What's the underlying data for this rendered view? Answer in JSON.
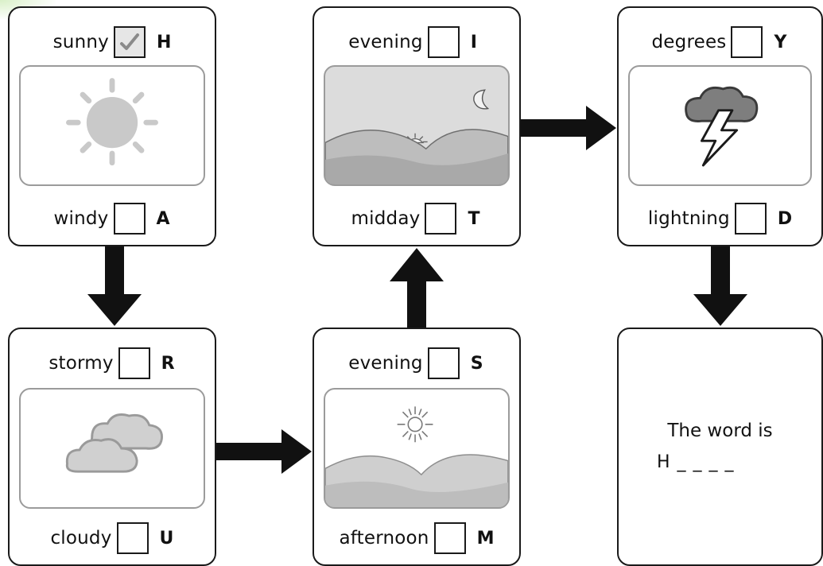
{
  "cards": [
    {
      "top_word": "sunny",
      "top_checked": true,
      "top_letter": "H",
      "bottom_word": "windy",
      "bottom_letter": "A"
    },
    {
      "top_word": "stormy",
      "top_letter": "R",
      "bottom_word": "cloudy",
      "bottom_letter": "U"
    },
    {
      "top_word": "evening",
      "top_letter": "S",
      "bottom_word": "afternoon",
      "bottom_letter": "M"
    },
    {
      "top_word": "evening",
      "top_letter": "I",
      "bottom_word": "midday",
      "bottom_letter": "T"
    },
    {
      "top_word": "degrees",
      "top_letter": "Y",
      "bottom_word": "lightning",
      "bottom_letter": "D"
    }
  ],
  "final": {
    "title": "The word is",
    "answer": "H _ _ _ _"
  },
  "icons": [
    "sun-icon",
    "cloud-icon",
    "sun-hills-icon",
    "moon-hills-icon",
    "storm-cloud-icon",
    "check-icon",
    "arrow-icon"
  ]
}
